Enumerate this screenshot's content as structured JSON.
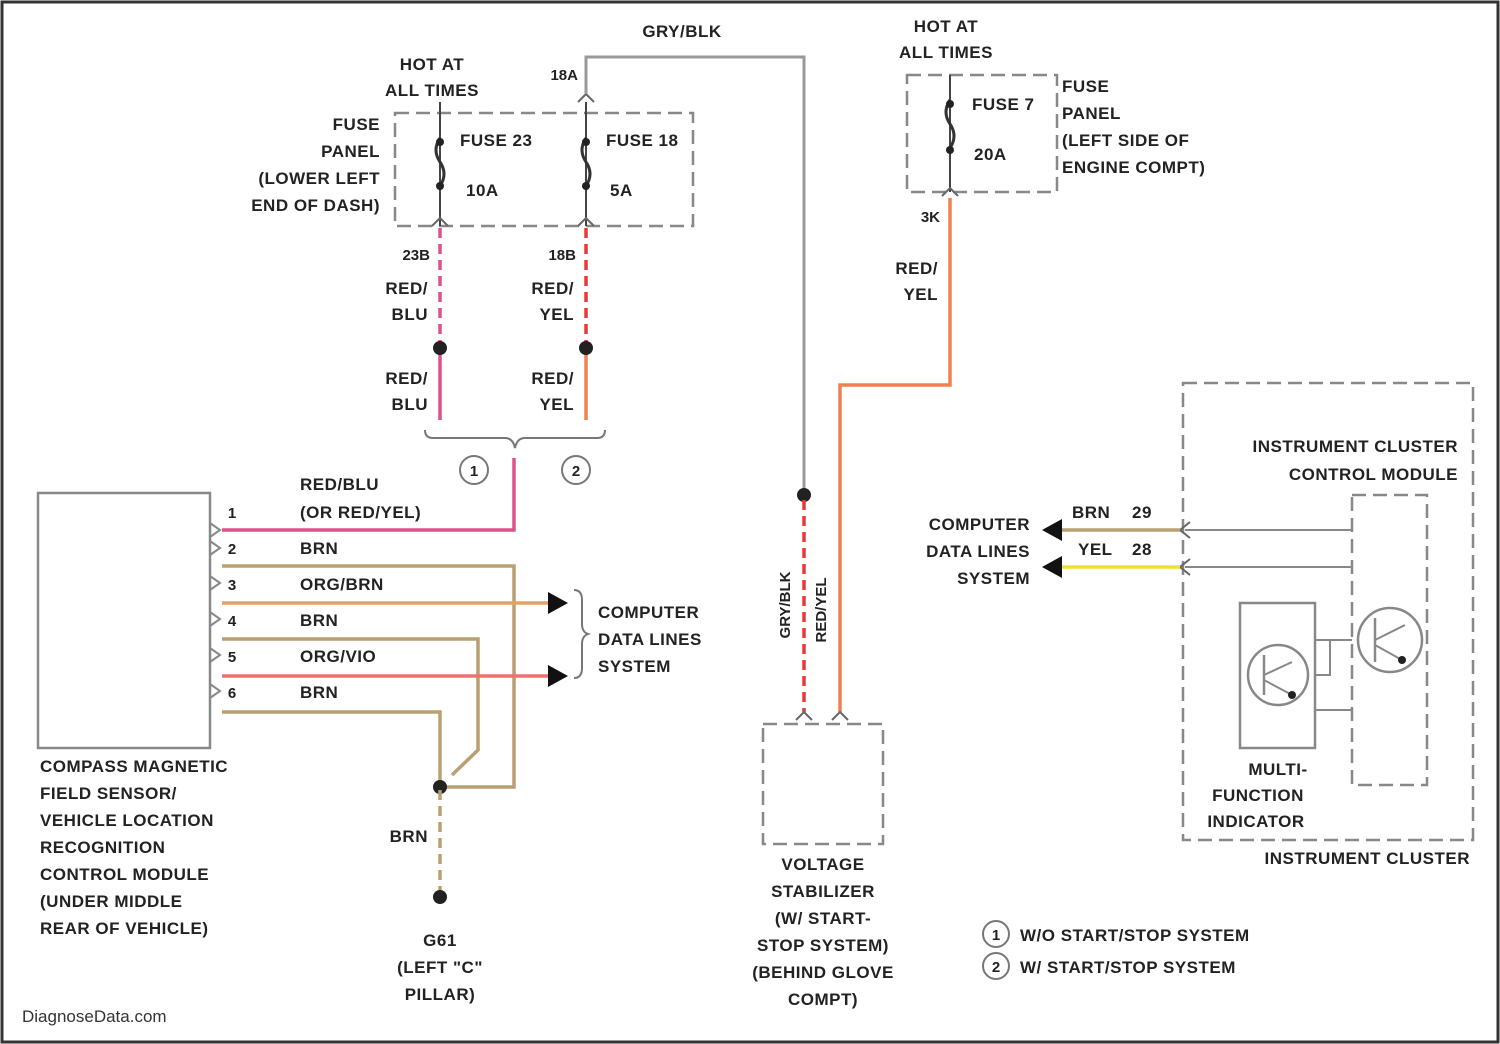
{
  "colors": {
    "red_blu": "#e0508a",
    "red_yel": "#f08050",
    "red": "#e83838",
    "brn": "#b8a070",
    "org_brn": "#e8a060",
    "org_vio": "#f07070",
    "gry_blk": "#999999",
    "yel": "#f0e030",
    "frame": "#333333"
  },
  "fuse_panel_left": {
    "hot": [
      "HOT AT",
      "ALL TIMES"
    ],
    "name": [
      "FUSE",
      "PANEL",
      "(LOWER LEFT",
      "END OF DASH)"
    ],
    "fuse_a": {
      "name": "FUSE 23",
      "rating": "10A",
      "pin_out": "23B"
    },
    "fuse_b": {
      "name": "FUSE 18",
      "rating": "5A",
      "pin_in": "18A",
      "pin_out": "18B"
    }
  },
  "fuse_panel_right": {
    "hot": [
      "HOT AT",
      "ALL TIMES"
    ],
    "name": [
      "FUSE",
      "PANEL",
      "(LEFT SIDE OF",
      "ENGINE COMPT)"
    ],
    "fuse": {
      "name": "FUSE 7",
      "rating": "20A",
      "pin_out": "3K"
    }
  },
  "wires": {
    "gry_blk": "GRY/BLK",
    "red_blu_1": [
      "RED/",
      "BLU"
    ],
    "red_yel_1": [
      "RED/",
      "YEL"
    ],
    "red_blu_2": [
      "RED/",
      "BLU"
    ],
    "red_yel_2": [
      "RED/",
      "YEL"
    ],
    "red_yel_3": [
      "RED/",
      "YEL"
    ],
    "redblu_long": [
      "RED/BLU",
      "(OR RED/YEL)"
    ],
    "vert_gryblk": "GRY/BLK",
    "vert_redyel": "RED/YEL",
    "ground_brn": "BRN"
  },
  "option_marks": [
    "1",
    "2"
  ],
  "compass_pins": [
    {
      "pin": "1",
      "color": "RED/BLU"
    },
    {
      "pin": "2",
      "color": "BRN"
    },
    {
      "pin": "3",
      "color": "ORG/BRN"
    },
    {
      "pin": "4",
      "color": "BRN"
    },
    {
      "pin": "5",
      "color": "ORG/VIO"
    },
    {
      "pin": "6",
      "color": "BRN"
    }
  ],
  "compass_module": [
    "COMPASS MAGNETIC",
    "FIELD SENSOR/",
    "VEHICLE LOCATION",
    "RECOGNITION",
    "CONTROL MODULE",
    "(UNDER MIDDLE",
    "REAR OF VEHICLE)"
  ],
  "data_lines_left": [
    "COMPUTER",
    "DATA LINES",
    "SYSTEM"
  ],
  "data_lines_right": [
    "COMPUTER",
    "DATA LINES",
    "SYSTEM"
  ],
  "ground": [
    "G61",
    "(LEFT \"C\"",
    "PILLAR)"
  ],
  "voltage_stabilizer": [
    "VOLTAGE",
    "STABILIZER",
    "(W/ START-",
    "STOP SYSTEM)",
    "(BEHIND GLOVE",
    "COMPT)"
  ],
  "cluster": {
    "module": [
      "INSTRUMENT CLUSTER",
      "CONTROL MODULE"
    ],
    "pin_brn": {
      "color": "BRN",
      "pin": "29"
    },
    "pin_yel": {
      "color": "YEL",
      "pin": "28"
    },
    "mfi": [
      "MULTI-",
      "FUNCTION",
      "INDICATOR"
    ],
    "name": "INSTRUMENT CLUSTER"
  },
  "legend": [
    {
      "mark": "1",
      "text": "W/O START/STOP SYSTEM"
    },
    {
      "mark": "2",
      "text": "W/ START/STOP SYSTEM"
    }
  ],
  "watermark": "DiagnoseData.com"
}
